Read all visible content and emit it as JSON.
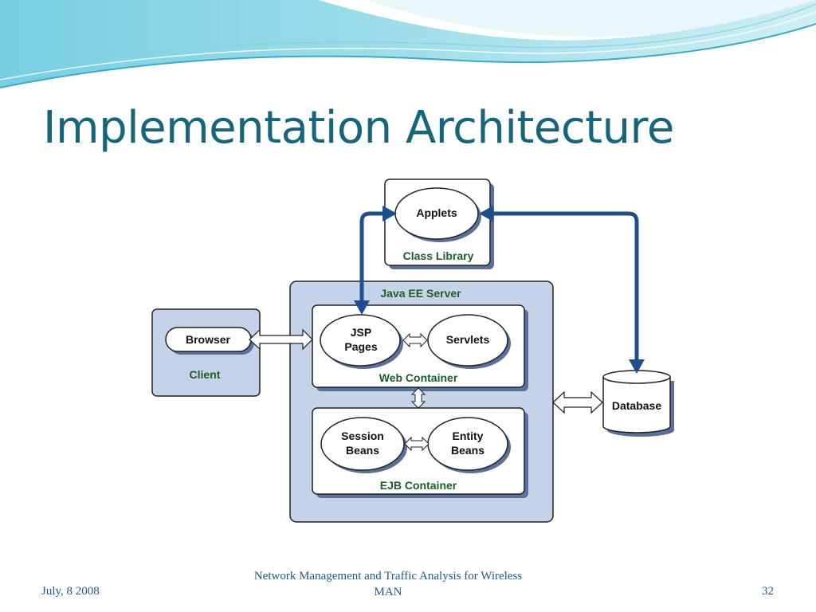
{
  "slide": {
    "title": "Implementation Architecture",
    "footer_date": "July, 8 2008",
    "footer_center": "Network Management and Traffic Analysis for Wireless MAN",
    "page_number": "32"
  },
  "diagram": {
    "class_library": {
      "component": "Applets",
      "label": "Class Library"
    },
    "client": {
      "component": "Browser",
      "label": "Client"
    },
    "java_ee_server": {
      "label": "Java EE Server",
      "web_container": {
        "label": "Web Container",
        "components": [
          "JSP Pages",
          "Servlets"
        ]
      },
      "ejb_container": {
        "label": "EJB Container",
        "components": [
          "Session Beans",
          "Entity Beans"
        ]
      }
    },
    "database": {
      "label": "Database"
    },
    "colors": {
      "title": "#17657a",
      "container_label": "#1e5c2a",
      "arrow": "#1f4f8c",
      "panel": "#c5d3e8"
    }
  }
}
